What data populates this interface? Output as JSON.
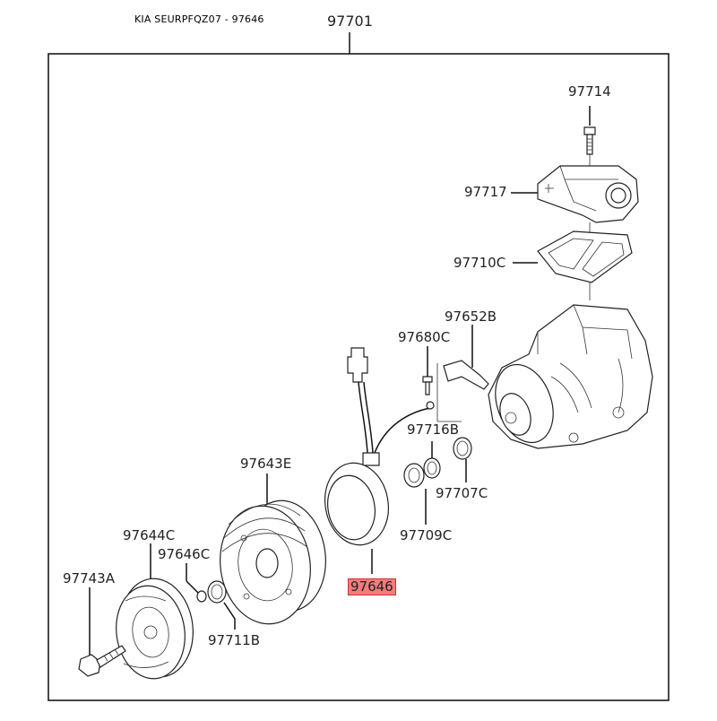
{
  "header": {
    "title": "KIA SEURPFQZ07 - 97646"
  },
  "frame": {
    "assembly_label": "97701"
  },
  "parts": [
    {
      "id": "97714"
    },
    {
      "id": "97717"
    },
    {
      "id": "97710C"
    },
    {
      "id": "97652B"
    },
    {
      "id": "97680C"
    },
    {
      "id": "97716B"
    },
    {
      "id": "97707C"
    },
    {
      "id": "97643E"
    },
    {
      "id": "97709C"
    },
    {
      "id": "97644C"
    },
    {
      "id": "97646C"
    },
    {
      "id": "97743A"
    },
    {
      "id": "97646",
      "highlighted": true
    },
    {
      "id": "97711B"
    }
  ],
  "colors": {
    "highlight_fill": "#f47c7c",
    "highlight_border": "#d03030",
    "line": "#1a1a1a"
  }
}
